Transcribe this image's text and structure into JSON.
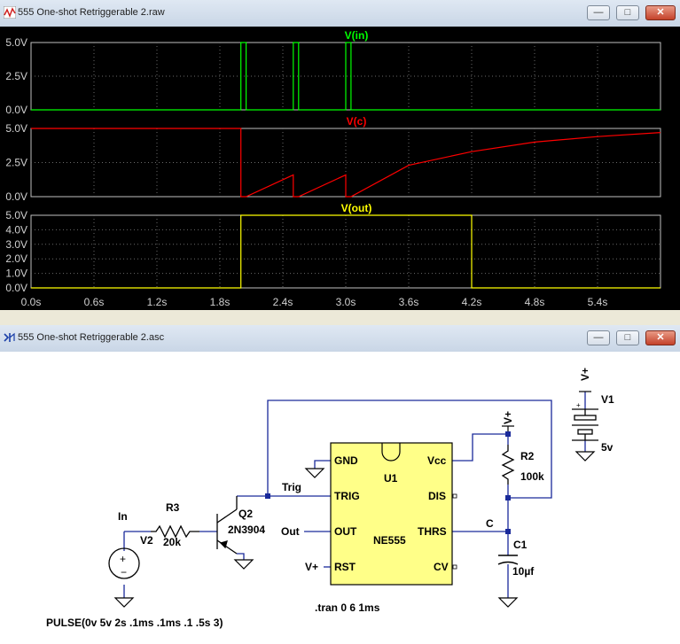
{
  "waveform_window": {
    "title": "555 One-shot Retriggerable 2.raw",
    "panes": [
      {
        "trace": "V(in)",
        "color": "#00ff00",
        "y_ticks": [
          "0.0V",
          "2.5V",
          "5.0V"
        ]
      },
      {
        "trace": "V(c)",
        "color": "#ff0000",
        "y_ticks": [
          "0.0V",
          "2.5V",
          "5.0V"
        ]
      },
      {
        "trace": "V(out)",
        "color": "#ffff00",
        "y_ticks": [
          "0.0V",
          "1.0V",
          "2.0V",
          "3.0V",
          "4.0V",
          "5.0V"
        ]
      }
    ],
    "x_ticks": [
      "0.0s",
      "0.6s",
      "1.2s",
      "1.8s",
      "2.4s",
      "3.0s",
      "3.6s",
      "4.2s",
      "4.8s",
      "5.4s"
    ]
  },
  "chart_data": {
    "type": "line",
    "xlim": [
      0,
      6
    ],
    "x_tick_values": [
      0,
      0.6,
      1.2,
      1.8,
      2.4,
      3.0,
      3.6,
      4.2,
      4.8,
      5.4
    ],
    "series": [
      {
        "name": "V(in)",
        "ylim": [
          0,
          5
        ],
        "x": [
          0,
          2.0,
          2.0,
          2.05,
          2.05,
          2.5,
          2.5,
          2.55,
          2.55,
          3.0,
          3.0,
          3.05,
          3.05,
          6.0
        ],
        "y": [
          0,
          0,
          5,
          5,
          0,
          0,
          5,
          5,
          0,
          0,
          5,
          5,
          0,
          0
        ]
      },
      {
        "name": "V(c)",
        "ylim": [
          0,
          5
        ],
        "x": [
          0,
          2.0,
          2.0,
          2.05,
          2.5,
          2.5,
          2.55,
          3.0,
          3.0,
          3.05,
          3.6,
          4.2,
          4.8,
          5.4,
          6.0
        ],
        "y": [
          5,
          5,
          0,
          0,
          1.6,
          0,
          0,
          1.6,
          0,
          0,
          2.3,
          3.3,
          4.0,
          4.4,
          4.7
        ]
      },
      {
        "name": "V(out)",
        "ylim": [
          0,
          5
        ],
        "x": [
          0,
          2.0,
          2.0,
          4.2,
          4.2,
          6.0
        ],
        "y": [
          0,
          0,
          5,
          5,
          0,
          0
        ]
      }
    ]
  },
  "schematic_window": {
    "title": "555 One-shot Retriggerable 2.asc",
    "labels": {
      "vplus_top": "V+",
      "v1": "V1",
      "v1_value": "5v",
      "vplus_r2": "V+",
      "r2": "R2",
      "r2_value": "100k",
      "u1": "U1",
      "ne555": "NE555",
      "gnd_pin": "GND",
      "trig_pin": "TRIG",
      "out_pin": "OUT",
      "rst_pin": "RST",
      "vcc_pin": "Vcc",
      "dis_pin": "DIS",
      "thrs_pin": "THRS",
      "cv_pin": "CV",
      "trig_net": "Trig",
      "out_net": "Out",
      "vplus_rst": "V+",
      "c_net": "C",
      "c1": "C1",
      "c1_value": "10µf",
      "q2": "Q2",
      "q2_model": "2N3904",
      "r3": "R3",
      "r3_value": "20k",
      "in_net": "In",
      "v2": "V2",
      "pulse": "PULSE(0v 5v 2s .1ms .1ms .1 .5s 3)",
      "tran": ".tran 0 6 1ms"
    }
  }
}
